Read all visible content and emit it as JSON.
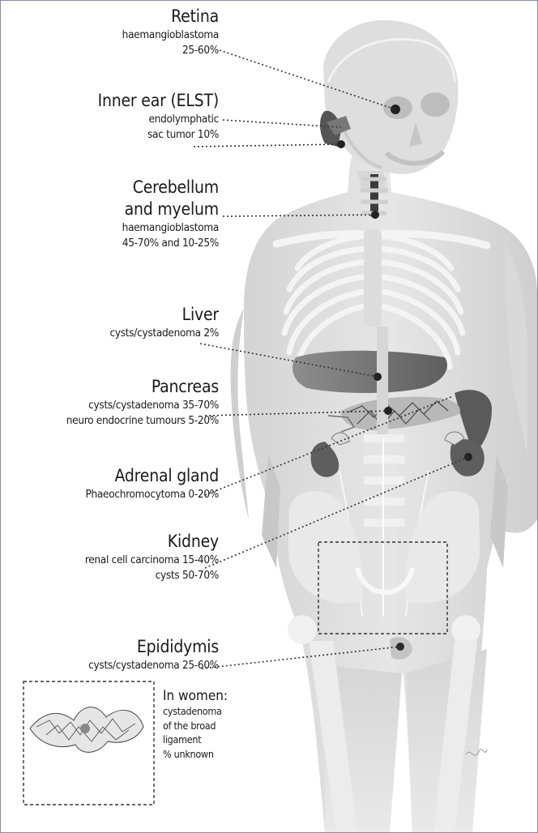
{
  "labels": {
    "retina": {
      "title": "Retina",
      "lines": [
        "haemangioblastoma",
        "25-60%"
      ]
    },
    "inner_ear": {
      "title": "Inner ear (ELST)",
      "lines": [
        "endolymphatic",
        "sac tumor 10%"
      ]
    },
    "cerebellum": {
      "title_lines": [
        "Cerebellum",
        "and myelum"
      ],
      "lines": [
        "haemangioblastoma",
        "45-70% and 10-25%"
      ]
    },
    "liver": {
      "title": "Liver",
      "lines": [
        "cysts/cystadenoma 2%"
      ]
    },
    "pancreas": {
      "title": "Pancreas",
      "lines": [
        "cysts/cystadenoma 35-70%",
        "neuro endocrine tumours 5-20%"
      ]
    },
    "adrenal": {
      "title": "Adrenal gland",
      "lines": [
        "Phaeochromocytoma 0-20%"
      ]
    },
    "kidney": {
      "title": "Kidney",
      "lines": [
        "renal cell carcinoma 15-40%",
        "cysts 50-70%"
      ]
    },
    "epididymis": {
      "title": "Epididymis",
      "lines": [
        "cysts/cystadenoma 25-60%"
      ]
    }
  },
  "women_note": {
    "title": "In women:",
    "lines": [
      "cystadenoma",
      "of the broad",
      "ligament",
      "% unknown"
    ]
  }
}
